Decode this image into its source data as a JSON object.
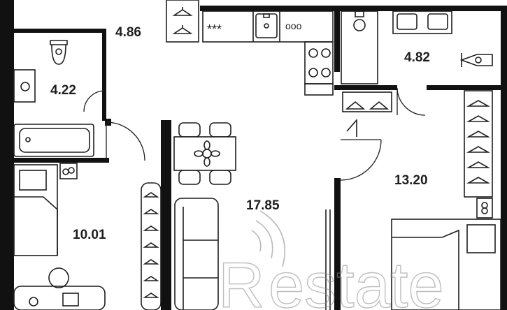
{
  "plan": {
    "rooms": [
      {
        "id": "hall",
        "area": "4.86"
      },
      {
        "id": "bathroom-1",
        "area": "4.22"
      },
      {
        "id": "bathroom-2",
        "area": "4.82"
      },
      {
        "id": "bedroom-2",
        "area": "13.20"
      },
      {
        "id": "living-kitchen",
        "area": "17.85"
      },
      {
        "id": "bedroom-1",
        "area": "10.01"
      }
    ],
    "stove_marks": "***",
    "sink_marks": "ooo"
  },
  "watermark": {
    "text": "estate",
    "logo": "R"
  }
}
